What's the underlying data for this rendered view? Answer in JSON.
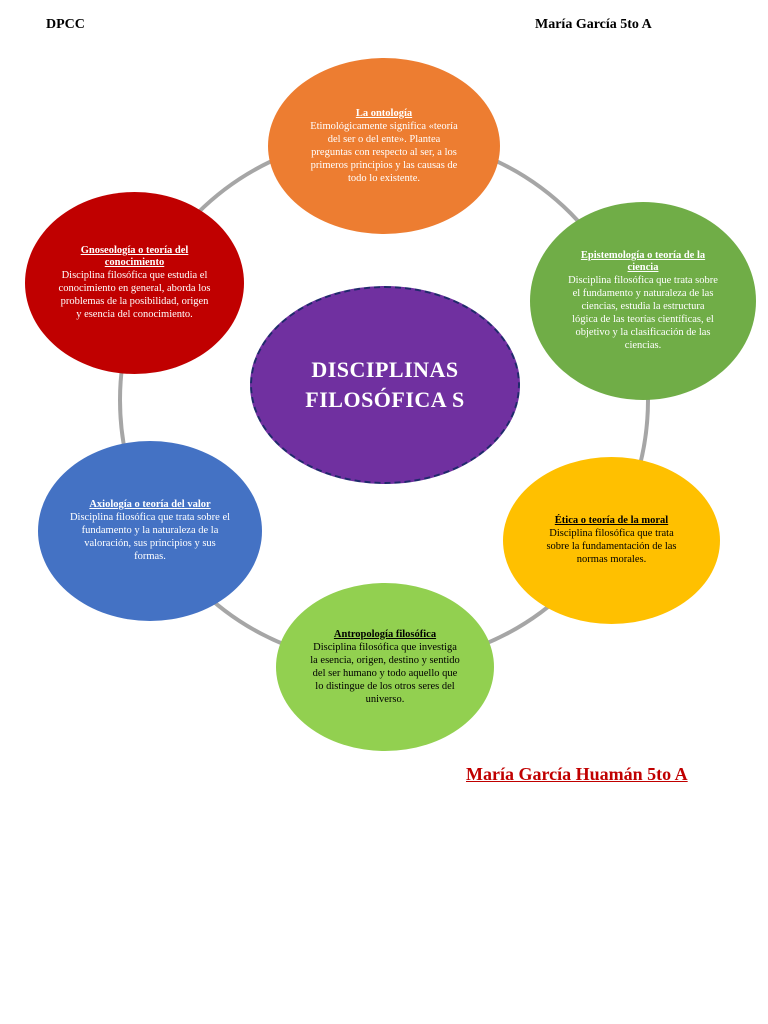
{
  "header": {
    "left": "DPCC",
    "right": "María García 5to A"
  },
  "center": {
    "title": "DISCIPLINAS FILOSÓFICA S"
  },
  "nodes": {
    "ontologia": {
      "title": "La ontología",
      "text": "Etimológicamente significa «teoría del ser o del ente». Plantea preguntas con respecto al ser, a los primeros principios y las causas de todo lo existente."
    },
    "epistemologia": {
      "title": "Epistemología o teoría de la ciencia",
      "text": "Disciplina filosófica que trata sobre el fundamento y naturaleza de las ciencias, estudia la estructura lógica de las teorías científicas, el objetivo y la clasificación de las ciencias."
    },
    "etica": {
      "title": "Ética o teoría de la moral",
      "text": "Disciplina filosófica que trata sobre la fundamentación de las normas morales."
    },
    "antropologia": {
      "title": "Antropología filosófica",
      "text": "Disciplina filosófica que investiga la esencia, origen, destino y sentido del ser humano y todo aquello que lo distingue de los otros seres del universo."
    },
    "axiologia": {
      "title": "Axiología o teoría del valor",
      "text": "Disciplina filosófica que trata sobre el fundamento y la naturaleza de la valoración, sus principios y sus formas."
    },
    "gnoseologia": {
      "title": "Gnoseología o teoría del conocimiento",
      "text": "Disciplina filosófica que estudia el conocimiento en general, aborda los problemas de la posibilidad, origen y esencia del conocimiento."
    }
  },
  "footer": {
    "author": "María García Huamán 5to A"
  },
  "colors": {
    "ontologia": "#ed7d31",
    "epistemologia": "#70ad47",
    "etica": "#ffc000",
    "antropologia": "#92d050",
    "axiologia": "#4472c4",
    "gnoseologia": "#c00000",
    "center": "#7030a0",
    "author": "#c00000"
  }
}
